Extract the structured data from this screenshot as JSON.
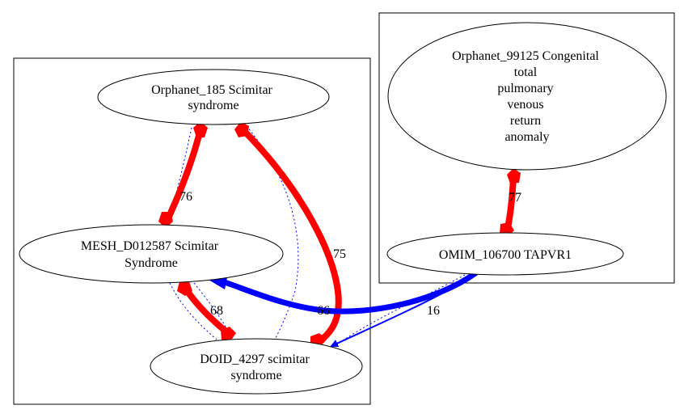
{
  "colors": {
    "strong_edge": "#ff0000",
    "blue_edge": "#0000ff",
    "stroke": "#000000",
    "background": "#ffffff"
  },
  "nodes": {
    "orphanet_185": {
      "lines": [
        "Orphanet_185 Scimitar",
        "syndrome"
      ]
    },
    "mesh_d012587": {
      "lines": [
        "MESH_D012587 Scimitar",
        "Syndrome"
      ]
    },
    "doid_4297": {
      "lines": [
        "DOID_4297 scimitar",
        "syndrome"
      ]
    },
    "orphanet_99125": {
      "lines": [
        "Orphanet_99125 Congenital",
        "total",
        "pulmonary",
        "venous",
        "return",
        "anomaly"
      ]
    },
    "omim_106700": {
      "lines": [
        "OMIM_106700 TAPVR1"
      ]
    }
  },
  "edges": {
    "orphanet185_mesh": {
      "label": "76"
    },
    "orphanet185_doid": {
      "label": "75"
    },
    "mesh_doid": {
      "label": "68"
    },
    "omim_mesh": {
      "label": "66"
    },
    "omim_doid": {
      "label": "16"
    },
    "orphanet99125_omim": {
      "label": "77"
    }
  }
}
